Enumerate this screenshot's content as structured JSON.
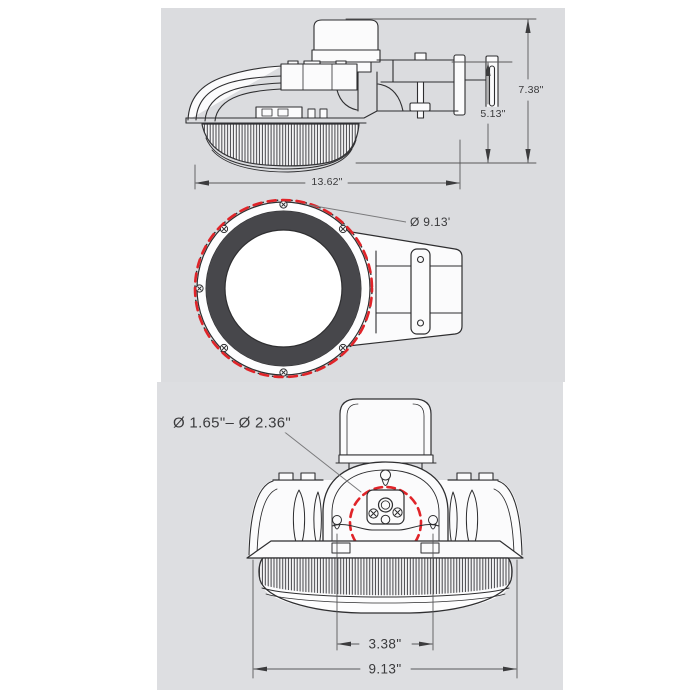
{
  "document": {
    "type": "dimensional-drawing",
    "subject": "dusk-to-dawn area light fixture",
    "background": "#ffffff",
    "panel_color_top": "#dbdcdf",
    "panel_color_bottom": "#dddee1"
  },
  "colors": {
    "line": "#2e2e30",
    "dimension_line": "#58585a",
    "accent_red": "#e02429",
    "text": "#3a3a3c"
  },
  "views": {
    "side": {
      "title": "side-view",
      "dim_overall_length": "13.62\"",
      "dim_height_to_arm": "5.13\"",
      "dim_height_total": "7.38\""
    },
    "top": {
      "title": "top-view",
      "dim_lens_diameter": "Ø 9.13'"
    },
    "front": {
      "title": "front-view",
      "dim_mount_hole_range": "Ø 1.65\"– Ø 2.36\"",
      "dim_slot_spacing": "3.38\"",
      "dim_body_width": "9.13\""
    }
  }
}
